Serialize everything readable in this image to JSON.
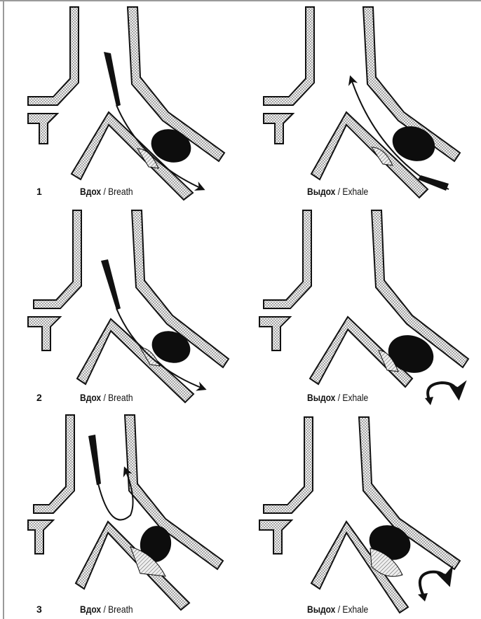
{
  "rows": [
    {
      "number": "1",
      "left": {
        "ru": "Вдох",
        "sep": " / ",
        "en": "Breath"
      },
      "right": {
        "ru": "Выдох",
        "sep": " / ",
        "en": "Exhale"
      }
    },
    {
      "number": "2",
      "left": {
        "ru": "Вдох",
        "sep": " / ",
        "en": "Breath"
      },
      "right": {
        "ru": "Выдох",
        "sep": " / ",
        "en": "Exhale"
      }
    },
    {
      "number": "3",
      "left": {
        "ru": "Вдох",
        "sep": " / ",
        "en": "Breath"
      },
      "right": {
        "ru": "Выдох",
        "sep": " / ",
        "en": "Exhale"
      }
    }
  ],
  "colors": {
    "frame": "#9a9a9a",
    "ink": "#111111",
    "wall_fill": "#e9e9e9",
    "body_fill": "#0d0d0d"
  }
}
